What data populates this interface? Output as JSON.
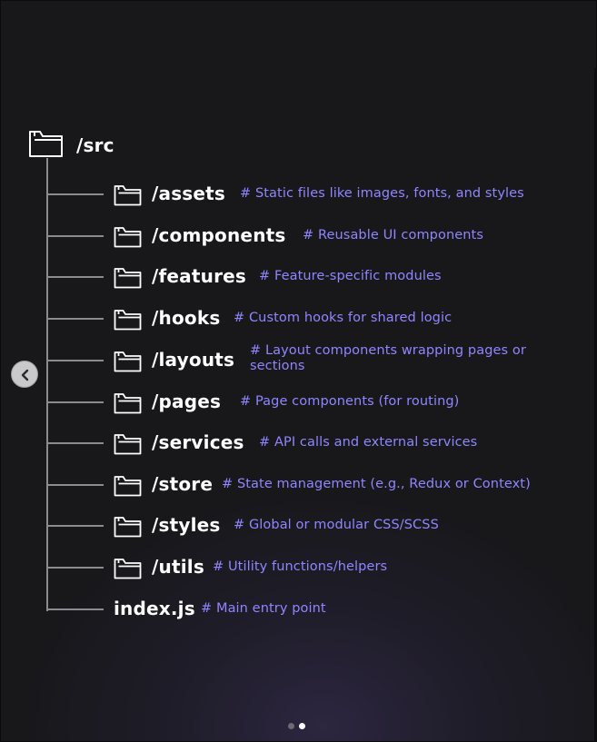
{
  "root": {
    "label": "/src",
    "icon": "folder-icon"
  },
  "items": [
    {
      "label": "/assets",
      "comment": "# Static files like images, fonts, and styles",
      "icon": "folder-icon"
    },
    {
      "label": "/components",
      "comment": "# Reusable UI components",
      "icon": "folder-icon"
    },
    {
      "label": "/features",
      "comment": "# Feature-specific modules",
      "icon": "folder-icon"
    },
    {
      "label": "/hooks",
      "comment": "# Custom hooks for shared logic",
      "icon": "folder-icon"
    },
    {
      "label": "/layouts",
      "comment": "# Layout components wrapping pages or sections",
      "icon": "folder-icon"
    },
    {
      "label": "/pages",
      "comment": "# Page components (for routing)",
      "icon": "folder-icon"
    },
    {
      "label": "/services",
      "comment": "# API calls and external services",
      "icon": "folder-icon"
    },
    {
      "label": "/store",
      "comment": "# State management (e.g., Redux or Context)",
      "icon": "folder-icon"
    },
    {
      "label": "/styles",
      "comment": "# Global or modular CSS/SCSS",
      "icon": "folder-icon"
    },
    {
      "label": "/utils",
      "comment": "# Utility functions/helpers",
      "icon": "folder-icon"
    },
    {
      "label": "index.js",
      "comment": "# Main entry point"
    }
  ],
  "carousel": {
    "prev_icon": "chevron-left-icon",
    "slide_count": 2,
    "active_slide": 2
  },
  "colors": {
    "background": "#18181b",
    "text": "#ffffff",
    "comment": "#8f86ff",
    "tree_line": "#8a8a90"
  }
}
